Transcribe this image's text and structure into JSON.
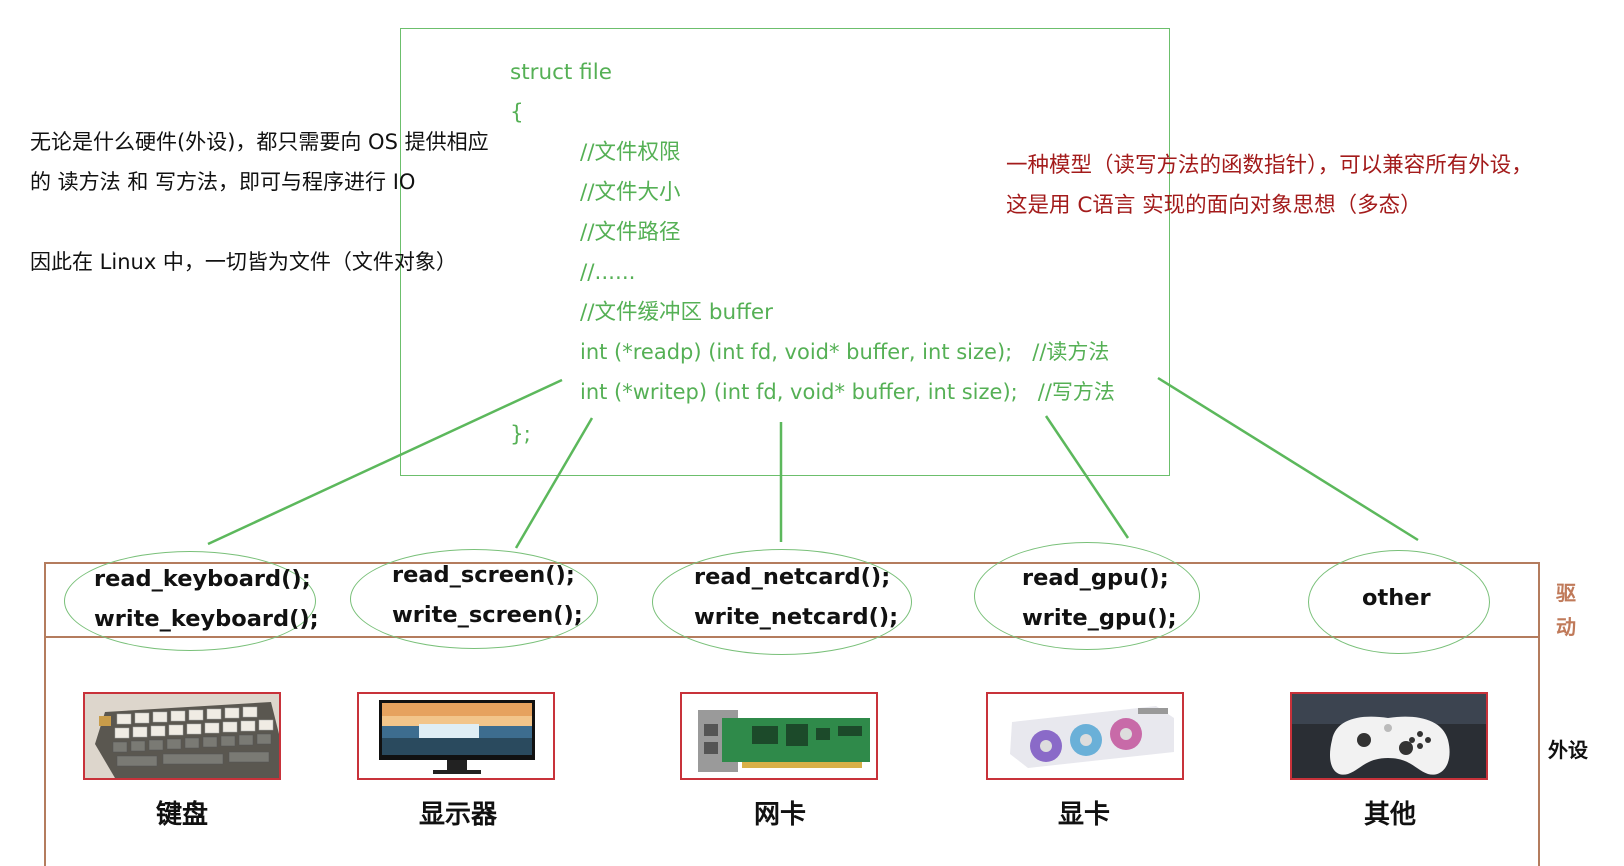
{
  "code": {
    "lines": [
      "struct file",
      "{",
      "//文件权限",
      "//文件大小",
      "//文件路径",
      "//......",
      "//文件缓冲区 buffer",
      "int (*readp) (int fd, void* buffer, int size);   //读方法",
      "int (*writep) (int fd, void* buffer, int size);   //写方法",
      "};"
    ]
  },
  "left_note": {
    "line1": "无论是什么硬件(外设)，都只需要向 OS 提供相应",
    "line2": "的 读方法 和 写方法，即可与程序进行 IO",
    "line3": "因此在 Linux 中，一切皆为文件（文件对象）"
  },
  "right_note": {
    "line1": "一种模型（读写方法的函数指针），可以兼容所有外设，",
    "line2": "这是用 C语言 实现的面向对象思想（多态）"
  },
  "drivers": [
    {
      "read": "read_keyboard();",
      "write": "write_keyboard();"
    },
    {
      "read": "read_screen();",
      "write": "write_screen();"
    },
    {
      "read": "read_netcard();",
      "write": "write_netcard();"
    },
    {
      "read": "read_gpu();",
      "write": "write_gpu();"
    },
    {
      "other": "other"
    }
  ],
  "devices": [
    {
      "name": "键盘",
      "icon": "keyboard-icon"
    },
    {
      "name": "显示器",
      "icon": "monitor-icon"
    },
    {
      "name": "网卡",
      "icon": "netcard-icon"
    },
    {
      "name": "显卡",
      "icon": "gpu-icon"
    },
    {
      "name": "其他",
      "icon": "gamepad-icon"
    }
  ],
  "side_labels": {
    "driver": "驱\n动",
    "device": "外设"
  },
  "colors": {
    "code_green": "#55b055",
    "line_green": "#5cb85c",
    "note_red": "#a31b1b",
    "band_brown": "#b47c5e",
    "frame_red": "#c8323a"
  }
}
